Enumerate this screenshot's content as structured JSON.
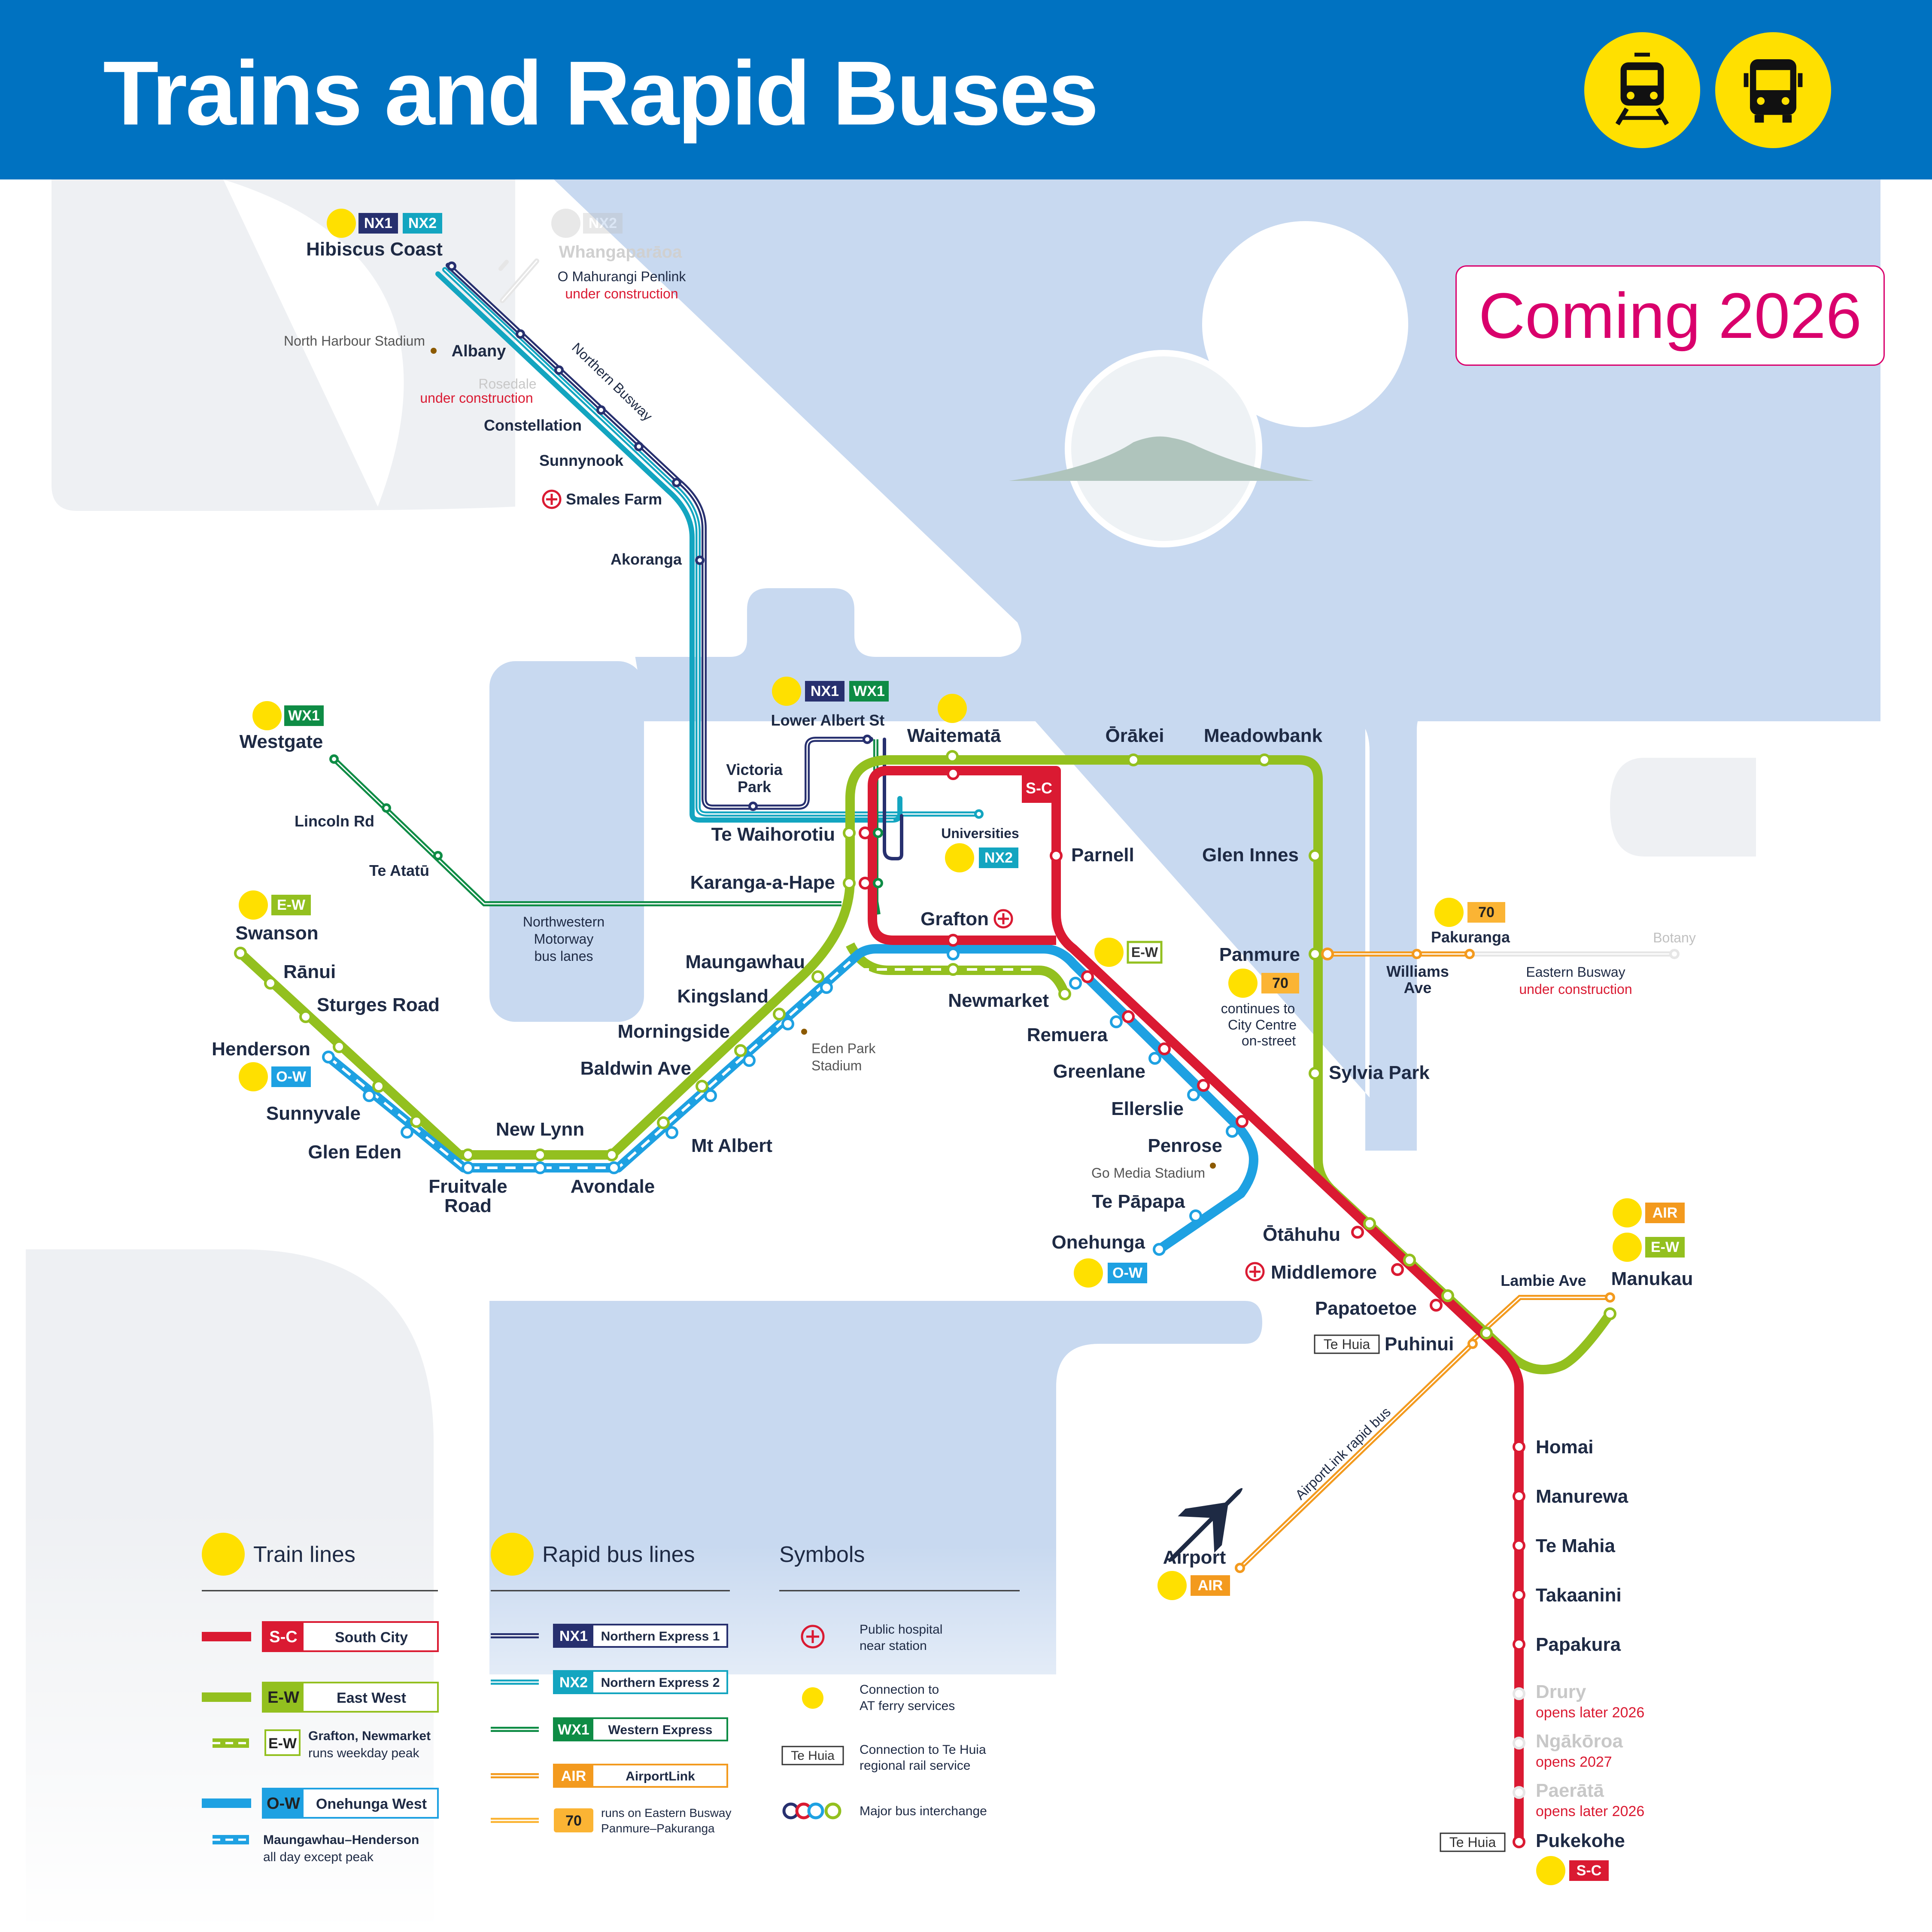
{
  "title": "Trains and Rapid Buses",
  "coming": "Coming 2026",
  "badges": {
    "nx1": "NX1",
    "nx2": "NX2",
    "wx1": "WX1",
    "ew": "E-W",
    "ow": "O-W",
    "sc": "S-C",
    "air": "AIR",
    "r70": "70",
    "tehuia": "Te Huia"
  },
  "stations": {
    "hibiscus": "Hibiscus Coast",
    "whangaparaoa": "Whangaparāoa",
    "penlink": "O Mahurangi Penlink",
    "underconstruction": "under construction",
    "northharbour": "North Harbour Stadium",
    "albany": "Albany",
    "rosedale": "Rosedale",
    "constellation": "Constellation",
    "sunnynook": "Sunnynook",
    "smales": "Smales Farm",
    "akoranga": "Akoranga",
    "northernbusway": "Northern Busway",
    "westgate": "Westgate",
    "lincoln": "Lincoln Rd",
    "teatatu": "Te Atatū",
    "nwmotorway1": "Northwestern",
    "nwmotorway2": "Motorway",
    "nwmotorway3": "bus lanes",
    "lowerAlbert": "Lower Albert St",
    "waitemata": "Waitematā",
    "orakei": "Ōrākei",
    "meadowbank": "Meadowbank",
    "victoria1": "Victoria",
    "victoria2": "Park",
    "tewaihorotiu": "Te Waihorotiu",
    "universities": "Universities",
    "parnell": "Parnell",
    "gleninnes": "Glen Innes",
    "karangahape": "Karanga-a-Hape",
    "grafton": "Grafton",
    "swanson": "Swanson",
    "ranui": "Rānui",
    "sturges": "Sturges Road",
    "henderson": "Henderson",
    "sunnyvale": "Sunnyvale",
    "gleneden": "Glen Eden",
    "fruitvale1": "Fruitvale",
    "fruitvale2": "Road",
    "newlynn": "New Lynn",
    "avondale": "Avondale",
    "mtalbert": "Mt Albert",
    "baldwin": "Baldwin Ave",
    "morningside": "Morningside",
    "kingsland": "Kingsland",
    "maungawhau": "Maungawhau",
    "edenpark1": "Eden Park",
    "edenpark2": "Stadium",
    "newmarket": "Newmarket",
    "remuera": "Remuera",
    "greenlane": "Greenlane",
    "ellerslie": "Ellerslie",
    "penrose": "Penrose",
    "gomedia": "Go Media Stadium",
    "tepapapa": "Te Pāpapa",
    "onehunga": "Onehunga",
    "panmure": "Panmure",
    "continues1": "continues to",
    "continues2": "City Centre",
    "continues3": "on-street",
    "pakuranga": "Pakuranga",
    "botany": "Botany",
    "williams1": "Williams",
    "williams2": "Ave",
    "easternbusway": "Eastern Busway",
    "sylvia": "Sylvia Park",
    "otahuhu": "Ōtāhuhu",
    "middlemore": "Middlemore",
    "papatoetoe": "Papatoetoe",
    "puhinui": "Puhinui",
    "lambie": "Lambie Ave",
    "manukau": "Manukau",
    "airportlink": "AirportLink rapid bus",
    "airport": "Airport",
    "homai": "Homai",
    "manurewa": "Manurewa",
    "temahia": "Te Mahia",
    "takaanini": "Takaanini",
    "papakura": "Papakura",
    "drury": "Drury",
    "drury_note": "opens later 2026",
    "ngakoroa": "Ngākōroa",
    "ngakoroa_note": "opens 2027",
    "paerata": "Paerātā",
    "paerata_note": "opens later 2026",
    "pukekohe": "Pukekohe"
  },
  "legend": {
    "train_title": "Train lines",
    "bus_title": "Rapid bus lines",
    "symbols_title": "Symbols",
    "southcity": "South City",
    "eastwest": "East West",
    "gn1": "Grafton, Newmarket",
    "gn2": "runs weekday peak",
    "onehungawest": "Onehunga West",
    "mh1": "Maungawhau–Henderson",
    "mh2": "all day except peak",
    "nx1": "Northern Express 1",
    "nx2": "Northern Express 2",
    "wx1": "Western Express",
    "airlink": "AirportLink",
    "r70a": "runs on Eastern Busway",
    "r70b": "Panmure–Pakuranga",
    "hosp1": "Public hospital",
    "hosp2": "near station",
    "ferry1": "Connection to",
    "ferry2": "AT ferry services",
    "tehuia1": "Connection to Te Huia",
    "tehuia2": "regional rail service",
    "interchange": "Major bus interchange"
  },
  "colors": {
    "header": "#0072C1",
    "southcity": "#DA1A32",
    "eastwest": "#93C01F",
    "onehunga": "#1EA1E2",
    "nx1": "#27306F",
    "nx2": "#13A5C0",
    "wx1": "#0E8C45",
    "air": "#F39A1E",
    "r70": "#FBB434",
    "coming": "#D9006C",
    "water": "#C8D9F0"
  }
}
